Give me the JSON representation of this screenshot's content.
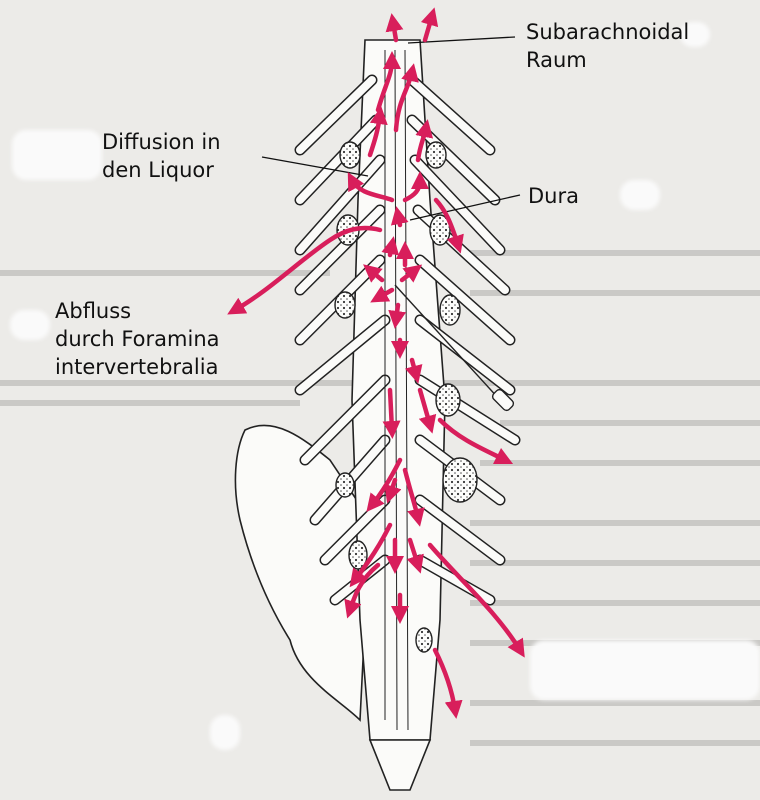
{
  "labels": {
    "subarachnoid": [
      "Subarachnoidal",
      "Raum"
    ],
    "diffusion": [
      "Diffusion in",
      "den Liquor"
    ],
    "dura": [
      "Dura"
    ],
    "abfluss": [
      "Abfluss",
      "durch Foramina",
      "intervertebralia"
    ]
  },
  "colors": {
    "arrow": "#d81e5b",
    "ink": "#222222",
    "background": "#ecebe8"
  }
}
